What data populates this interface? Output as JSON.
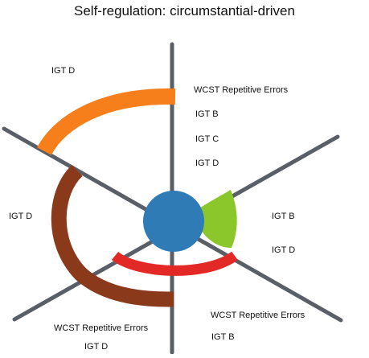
{
  "title": "Self-regulation: circumstantial-driven",
  "labels": {
    "top_left_igt_d": "IGT D",
    "right_wcst": "WCST Repetitive Errors",
    "right_igt_b": "IGT B",
    "right_igt_c": "IGT C",
    "right_igt_d": "IGT D",
    "left_igt_d": "IGT D",
    "far_right_igt_b": "IGT B",
    "far_right_igt_d": "IGT D",
    "bottom_right_wcst": "WCST Repetitive Errors",
    "bottom_right_igt_b": "IGT B",
    "bottom_left_wcst": "WCST Repetitive Errors",
    "bottom_left_igt_d": "IGT D"
  },
  "colors": {
    "axis": "#5a5e66",
    "center": "#2e7bb5",
    "orange": "#f77f1b",
    "brown": "#8a3a1a",
    "red": "#e32926",
    "green": "#8bc72a"
  }
}
